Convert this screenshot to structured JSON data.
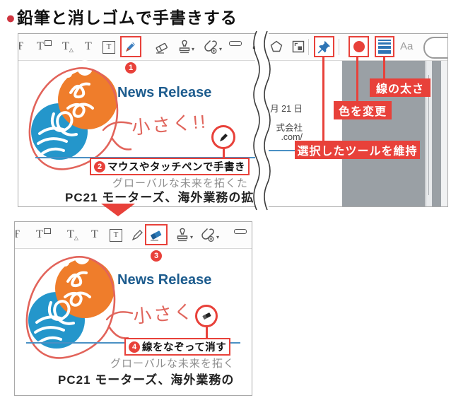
{
  "header": {
    "bullet": "●",
    "title": "鉛筆と消しゴムで手書きする"
  },
  "toolbar": {
    "aa_label": "Aa",
    "icons": [
      "strikeout-text",
      "text-comment",
      "insert-text",
      "add-text",
      "text-box",
      "pencil",
      "eraser",
      "stamp",
      "attach-file",
      "line",
      "arrow",
      "polygon",
      "expand",
      "keep-tool-pin",
      "color-swatch",
      "line-weight"
    ]
  },
  "steps": {
    "s1": {
      "num": "1"
    },
    "s2": {
      "num": "2",
      "text": "マウスやタッチペンで手書き"
    },
    "s3": {
      "num": "3"
    },
    "s4": {
      "num": "4",
      "text": "線をなぞって消す"
    }
  },
  "callouts": {
    "line_width": "線の太さ",
    "change_color": "色を変更",
    "keep_tool": "選択したツールを維持"
  },
  "doc1": {
    "news_release": "News Release",
    "handwriting": "小さく!!",
    "gray_text": "グローバルな未来を拓くた",
    "heading": "PC21 モーターズ、海外業務の拡",
    "date_fragment": "月 21 日",
    "company_fragment": "式会社",
    "url_fragment": ".com/"
  },
  "doc2": {
    "news_release": "News Release",
    "handwriting": "小さく",
    "gray_text": "グローバルな未来を拓く",
    "heading": "PC21 モーターズ、海外業務の"
  },
  "colors": {
    "accent_red": "#e8413a",
    "handwriting_red": "#e0655c",
    "logo_blue": "#2496cb",
    "logo_orange": "#ef7d2b",
    "news_blue": "#1d5c8e",
    "tool_blue": "#2e75b5",
    "panel_gray": "#9aa0a5"
  }
}
